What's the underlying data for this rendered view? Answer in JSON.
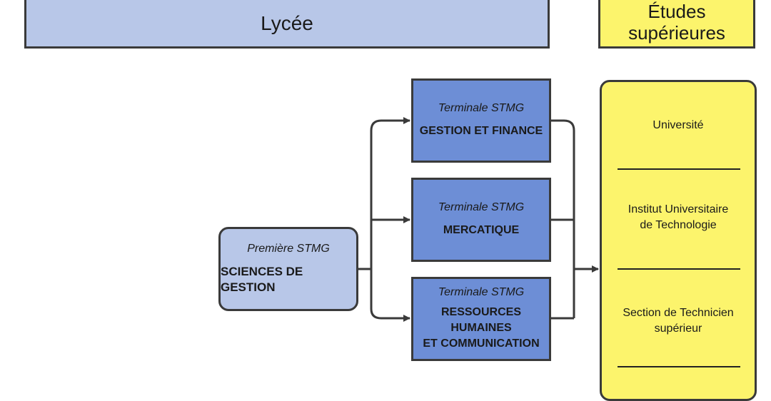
{
  "header": {
    "lycee_label": "Lycée",
    "etudes_line1": "Études",
    "etudes_line2": "supérieures"
  },
  "premiere": {
    "level": "Première STMG",
    "name": "SCIENCES DE GESTION"
  },
  "terminales": [
    {
      "level": "Terminale STMG",
      "name_lines": [
        "GESTION ET FINANCE"
      ]
    },
    {
      "level": "Terminale STMG",
      "name_lines": [
        "MERCATIQUE"
      ]
    },
    {
      "level": "Terminale STMG",
      "name_lines": [
        "RESSOURCES",
        "HUMAINES",
        "ET COMMUNICATION"
      ]
    }
  ],
  "etudes_superieures": [
    {
      "lines": [
        "Université"
      ]
    },
    {
      "lines": [
        "Institut Universitaire",
        "de Technologie"
      ]
    },
    {
      "lines": [
        "Section de Technicien",
        "supérieur"
      ]
    }
  ],
  "colors": {
    "lycee_fill": "#b8c7e8",
    "terminale_fill": "#6d8ed6",
    "etudes_fill": "#fcf46c",
    "stroke": "#3a3a3a"
  }
}
